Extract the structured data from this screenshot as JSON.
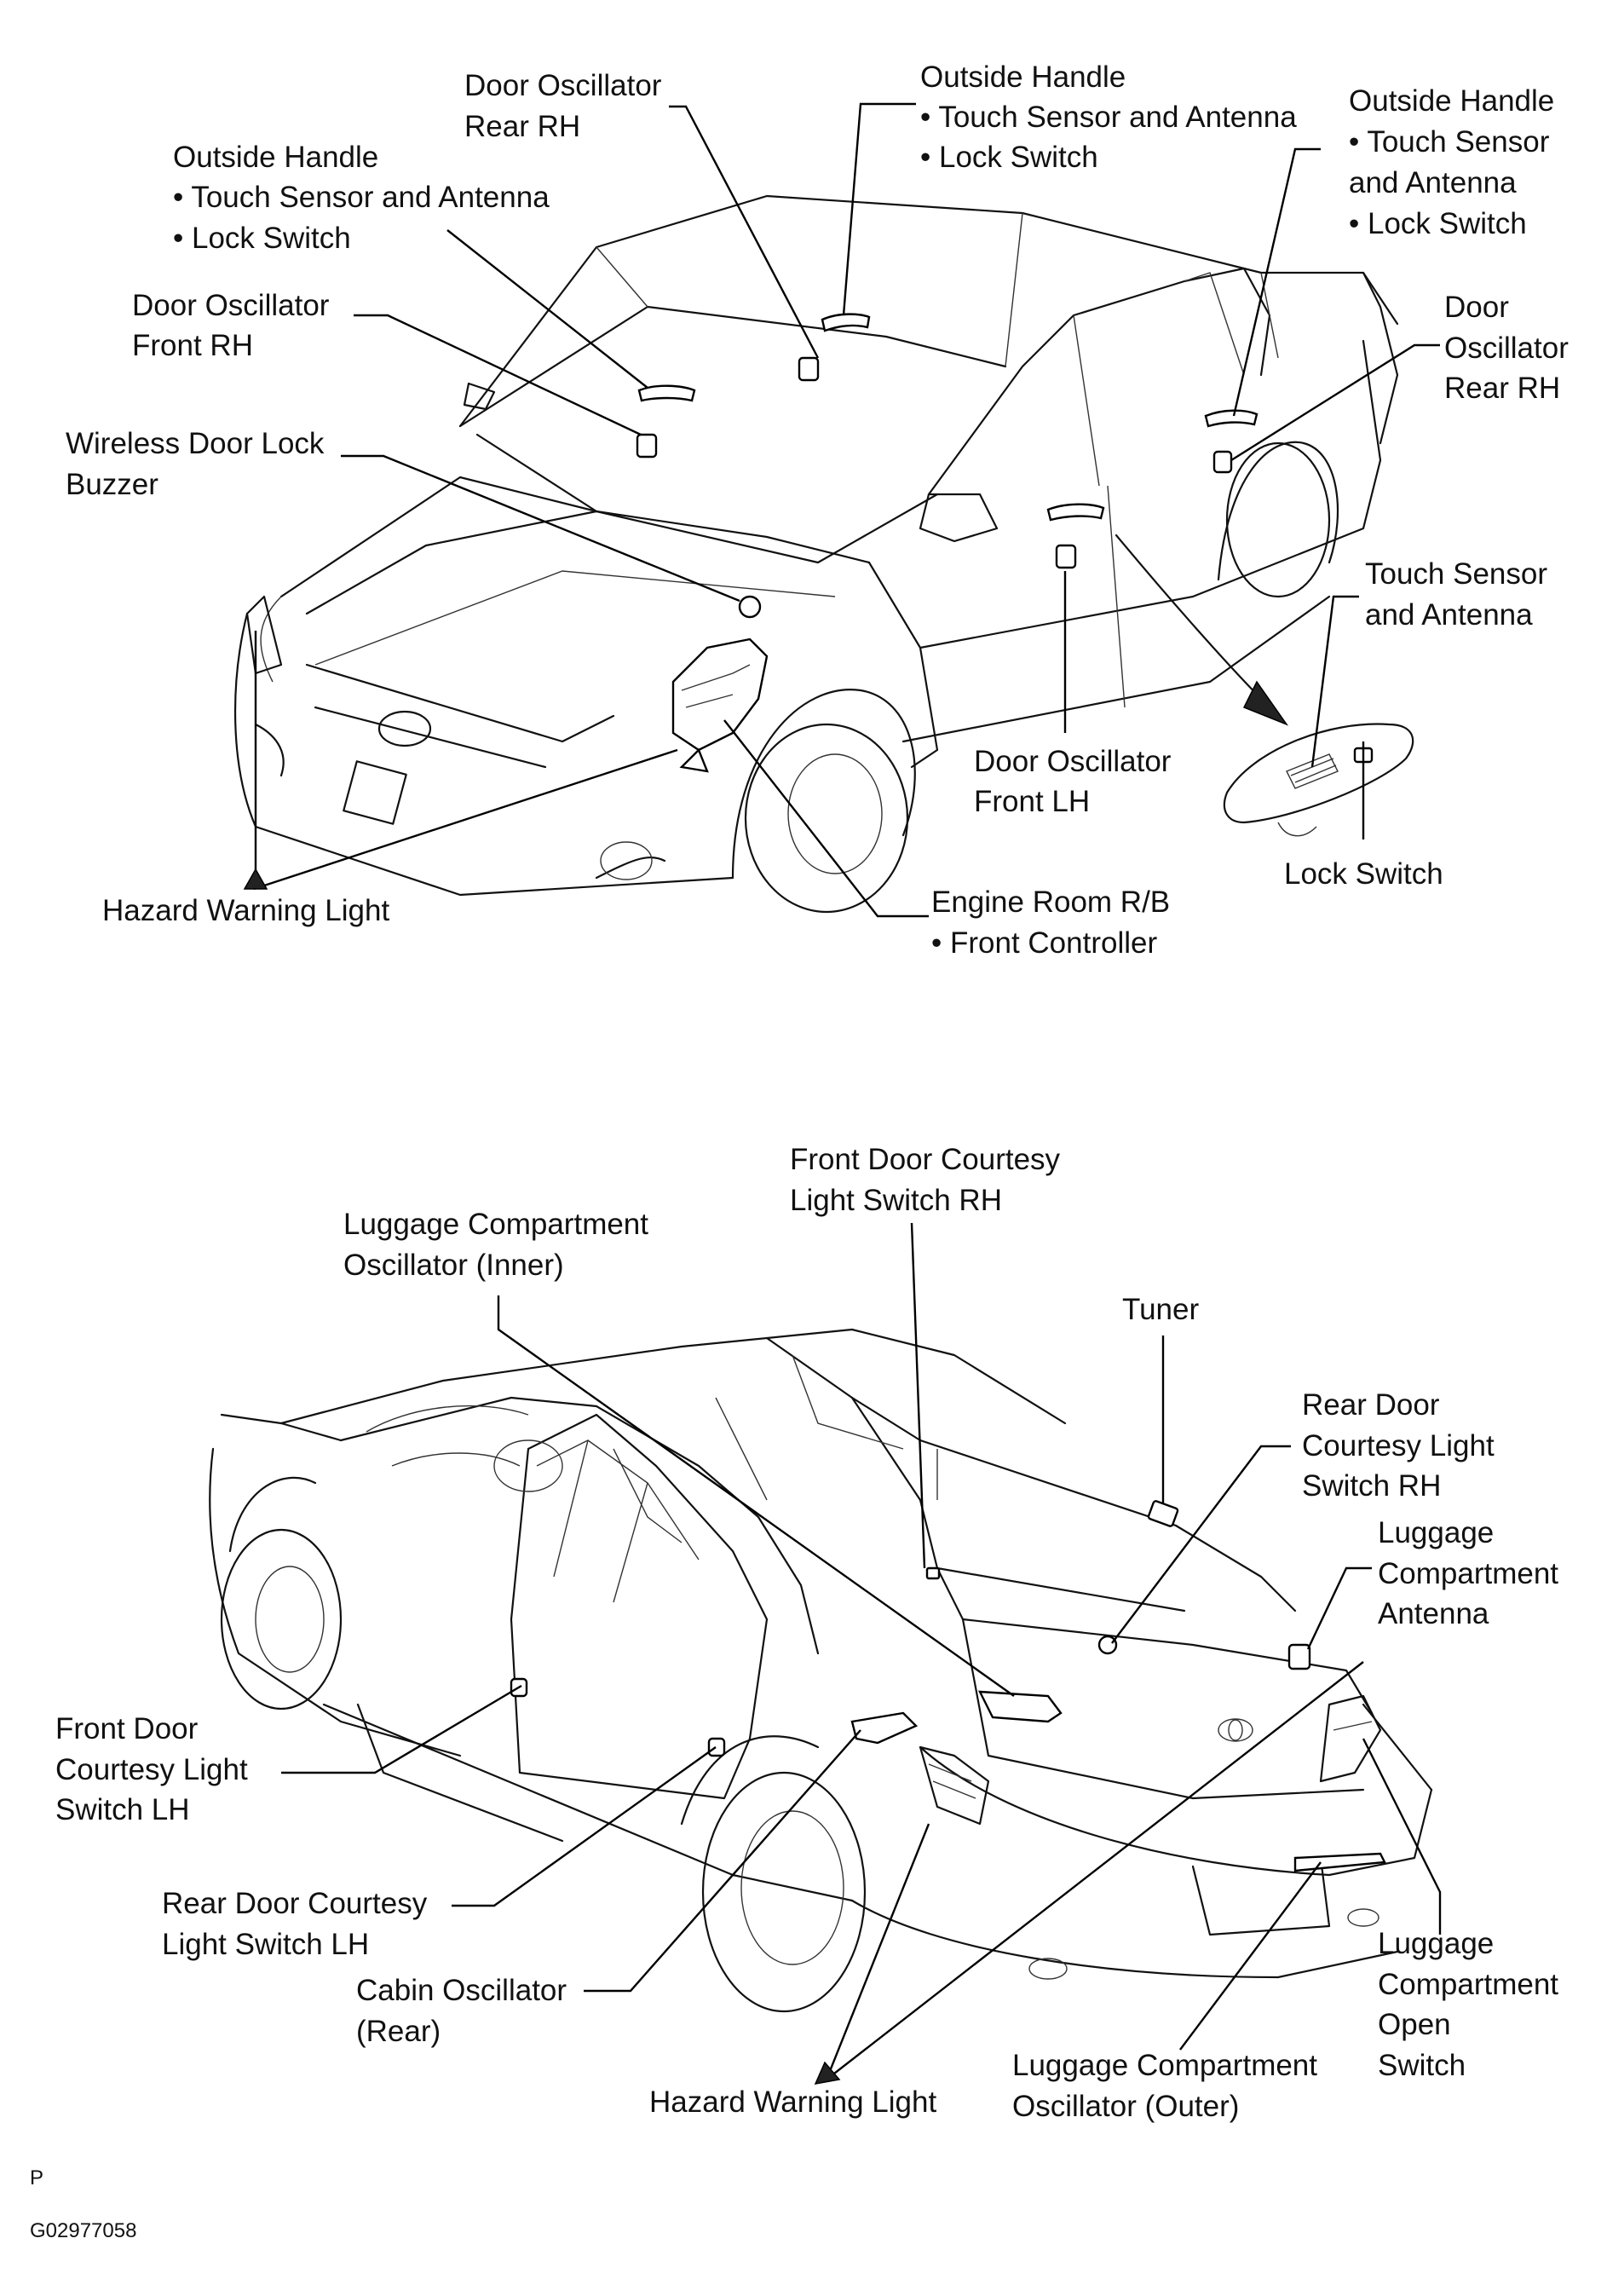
{
  "top_view": {
    "labels": {
      "door_osc_rear_rh_top": [
        "Door Oscillator",
        "Rear RH"
      ],
      "outside_handle_center": [
        "Outside Handle",
        "• Touch Sensor and Antenna",
        "• Lock Switch"
      ],
      "outside_handle_left": [
        "Outside Handle",
        "• Touch Sensor and Antenna",
        "• Lock Switch"
      ],
      "outside_handle_right": [
        "Outside Handle",
        "• Touch Sensor",
        "and Antenna",
        "• Lock Switch"
      ],
      "door_osc_front_rh": [
        "Door Oscillator",
        "Front RH"
      ],
      "door_osc_rear_rh_right": [
        "Door",
        "Oscillator",
        "Rear RH"
      ],
      "wireless_buzzer": [
        "Wireless Door Lock",
        "Buzzer"
      ],
      "touch_sensor": [
        "Touch Sensor",
        "and Antenna"
      ],
      "door_osc_front_lh": [
        "Door Oscillator",
        "Front LH"
      ],
      "lock_switch": [
        "Lock Switch"
      ],
      "hazard_top": [
        "Hazard Warning Light"
      ],
      "engine_room": [
        "Engine Room R/B",
        "• Front Controller"
      ]
    }
  },
  "bottom_view": {
    "labels": {
      "front_door_courtesy_rh": [
        "Front Door Courtesy",
        "Light Switch RH"
      ],
      "luggage_osc_inner": [
        "Luggage Compartment",
        "Oscillator (Inner)"
      ],
      "tuner": [
        "Tuner"
      ],
      "rear_door_courtesy_rh": [
        "Rear Door",
        "Courtesy Light",
        "Switch RH"
      ],
      "luggage_antenna": [
        "Luggage",
        "Compartment",
        "Antenna"
      ],
      "front_door_courtesy_lh": [
        "Front Door",
        "Courtesy Light",
        "Switch LH"
      ],
      "rear_door_courtesy_lh": [
        "Rear Door Courtesy",
        "Light Switch LH"
      ],
      "cabin_osc_rear": [
        "Cabin Oscillator",
        "(Rear)"
      ],
      "luggage_open_switch": [
        "Luggage",
        "Compartment",
        "Open",
        "Switch"
      ],
      "luggage_osc_outer": [
        "Luggage Compartment",
        "Oscillator (Outer)"
      ],
      "hazard_bottom": [
        "Hazard Warning Light"
      ]
    }
  },
  "footer": {
    "code_p": "P",
    "figure_code": "G02977058"
  }
}
